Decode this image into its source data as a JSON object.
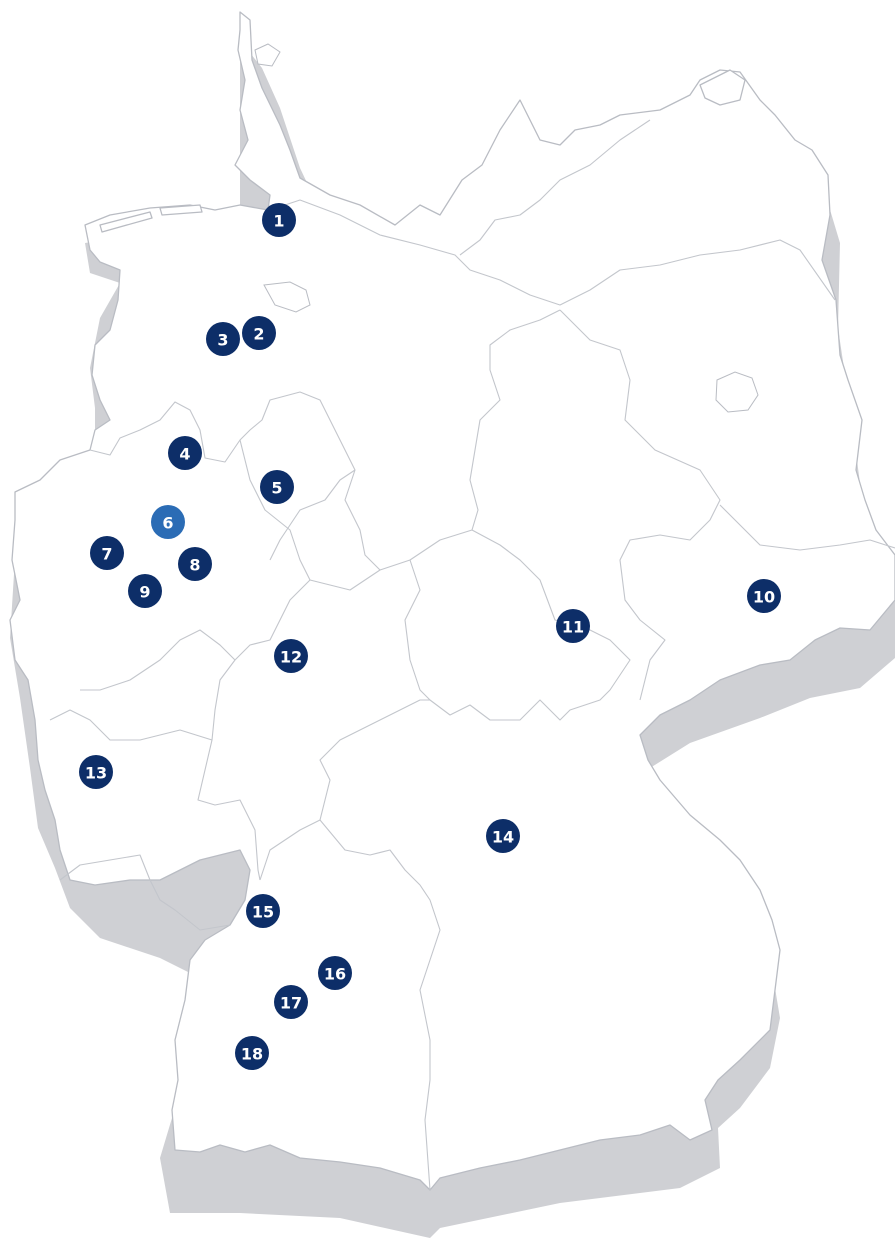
{
  "colors": {
    "marker": "#0d2e68",
    "marker_active": "#2b6cb5",
    "marker_text": "#ffffff",
    "shadow": "#cfd0d4",
    "border": "#b9bcc3"
  },
  "markers": [
    {
      "id": 1,
      "label": "1",
      "active": false
    },
    {
      "id": 2,
      "label": "2",
      "active": false
    },
    {
      "id": 3,
      "label": "3",
      "active": false
    },
    {
      "id": 4,
      "label": "4",
      "active": false
    },
    {
      "id": 5,
      "label": "5",
      "active": false
    },
    {
      "id": 6,
      "label": "6",
      "active": true
    },
    {
      "id": 7,
      "label": "7",
      "active": false
    },
    {
      "id": 8,
      "label": "8",
      "active": false
    },
    {
      "id": 9,
      "label": "9",
      "active": false
    },
    {
      "id": 10,
      "label": "10",
      "active": false
    },
    {
      "id": 11,
      "label": "11",
      "active": false
    },
    {
      "id": 12,
      "label": "12",
      "active": false
    },
    {
      "id": 13,
      "label": "13",
      "active": false
    },
    {
      "id": 14,
      "label": "14",
      "active": false
    },
    {
      "id": 15,
      "label": "15",
      "active": false
    },
    {
      "id": 16,
      "label": "16",
      "active": false
    },
    {
      "id": 17,
      "label": "17",
      "active": false
    },
    {
      "id": 18,
      "label": "18",
      "active": false
    }
  ]
}
